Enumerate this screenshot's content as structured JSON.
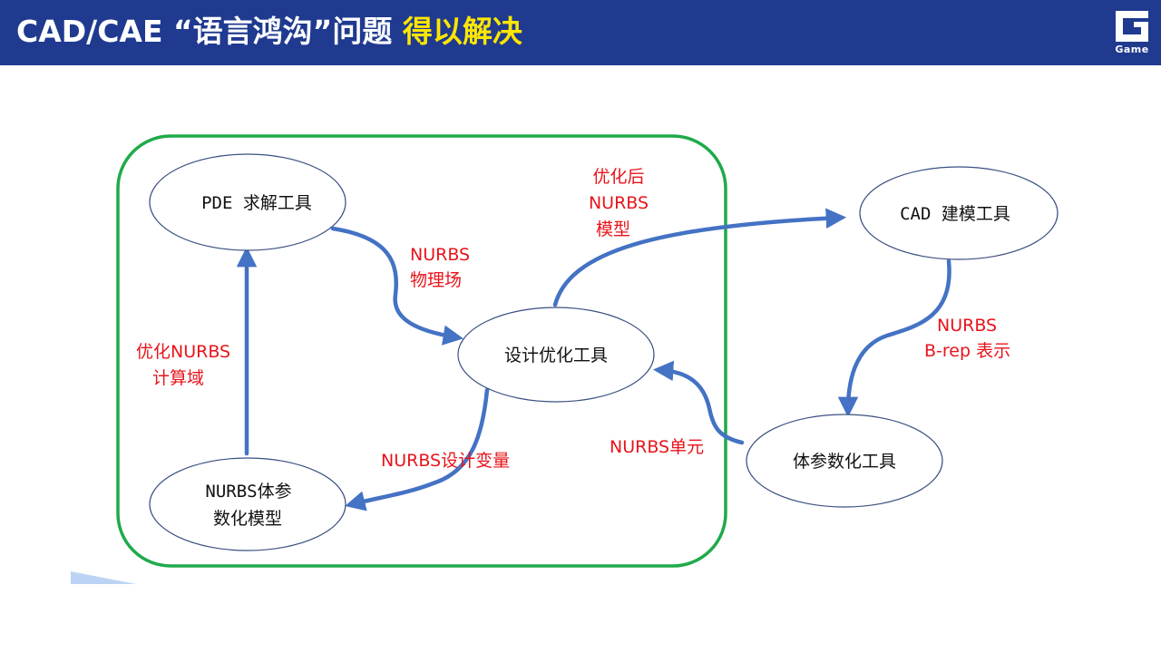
{
  "header": {
    "title_main": "CAD/CAE “语言鸿沟”问题 ",
    "title_highlight": "得以解决",
    "logo_text": "Game",
    "logo_icon": "game-logo-icon"
  },
  "colors": {
    "header_bg": "#1f3a8f",
    "highlight": "#ffe600",
    "frame": "#1faa4a",
    "arrow": "#4472c4",
    "edge_label": "#e8141b"
  },
  "nodes": {
    "pde": {
      "lines": [
        "PDE 求解工具"
      ]
    },
    "design": {
      "lines": [
        "设计优化工具"
      ]
    },
    "nurbs_model": {
      "lines": [
        "NURBS体参",
        "数化模型"
      ]
    },
    "cad": {
      "lines": [
        "CAD 建模工具"
      ]
    },
    "volume": {
      "lines": [
        "体参数化工具"
      ]
    }
  },
  "edges": {
    "pde_to_design": [
      "NURBS",
      "物理场"
    ],
    "design_to_cad": [
      "优化后",
      "NURBS",
      "模型"
    ],
    "cad_to_volume": [
      "NURBS",
      "B-rep 表示"
    ],
    "volume_to_design": [
      "NURBS单元"
    ],
    "design_to_model": [
      "NURBS设计变量"
    ],
    "model_to_pde": [
      "优化NURBS",
      "计算域"
    ]
  }
}
